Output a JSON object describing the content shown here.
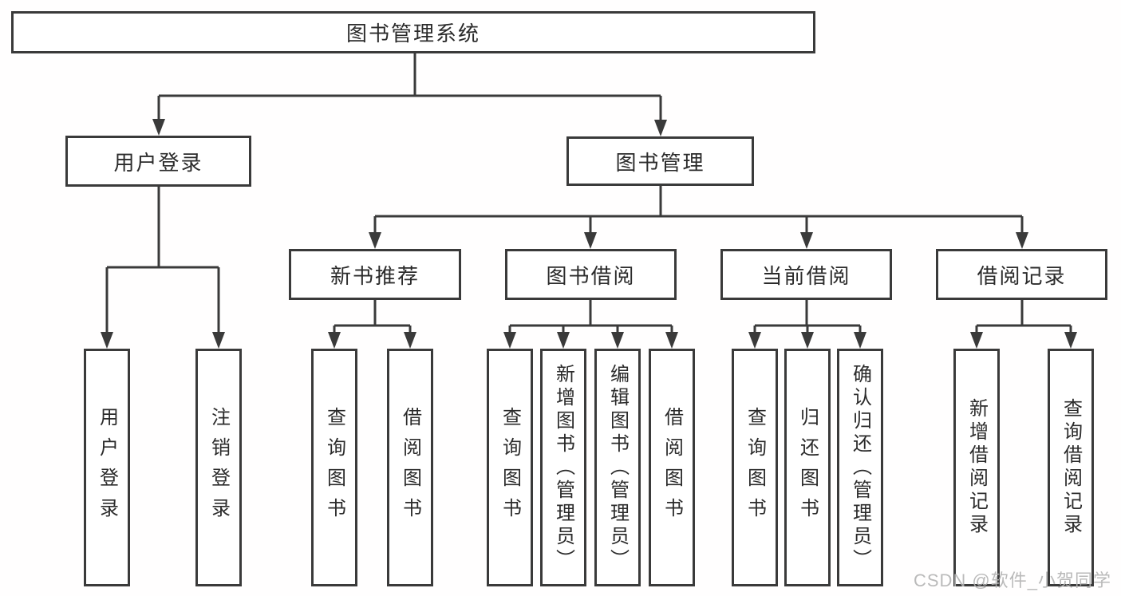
{
  "diagram": {
    "type": "functional-structure-tree",
    "colors": {
      "line": "#3a3a3a",
      "box_background": "#ffffff",
      "text": "#2b2b2b",
      "watermark": "#b3b3b3"
    },
    "watermark": "CSDN @软件_小贺同学",
    "nodes": {
      "root": {
        "label": "图书管理系统"
      },
      "login": {
        "label": "用户登录"
      },
      "mgmt": {
        "label": "图书管理"
      },
      "recommend": {
        "label": "新书推荐"
      },
      "borrow": {
        "label": "图书借阅"
      },
      "current": {
        "label": "当前借阅"
      },
      "records": {
        "label": "借阅记录"
      },
      "login_user": {
        "label": "用户登录"
      },
      "login_logout": {
        "label": "注销登录"
      },
      "rec_query": {
        "label": "查询图书"
      },
      "rec_borrow": {
        "label": "借阅图书"
      },
      "bor_query": {
        "label": "查询图书"
      },
      "bor_add": {
        "label": "新增图书（管理员）"
      },
      "bor_edit": {
        "label": "编辑图书（管理员）"
      },
      "bor_lend": {
        "label": "借阅图书"
      },
      "cur_query": {
        "label": "查询图书"
      },
      "cur_return": {
        "label": "归还图书"
      },
      "cur_confirm": {
        "label": "确认归还（管理员）"
      },
      "rcd_add": {
        "label": "新增借阅记录"
      },
      "rcd_query": {
        "label": "查询借阅记录"
      }
    },
    "edges": [
      {
        "from": "root",
        "to": [
          "login",
          "mgmt"
        ]
      },
      {
        "from": "login",
        "to": [
          "login_user",
          "login_logout"
        ]
      },
      {
        "from": "mgmt",
        "to": [
          "recommend",
          "borrow",
          "current",
          "records"
        ]
      },
      {
        "from": "recommend",
        "to": [
          "rec_query",
          "rec_borrow"
        ]
      },
      {
        "from": "borrow",
        "to": [
          "bor_query",
          "bor_add",
          "bor_edit",
          "bor_lend"
        ]
      },
      {
        "from": "current",
        "to": [
          "cur_query",
          "cur_return",
          "cur_confirm"
        ]
      },
      {
        "from": "records",
        "to": [
          "rcd_add",
          "rcd_query"
        ]
      }
    ]
  }
}
